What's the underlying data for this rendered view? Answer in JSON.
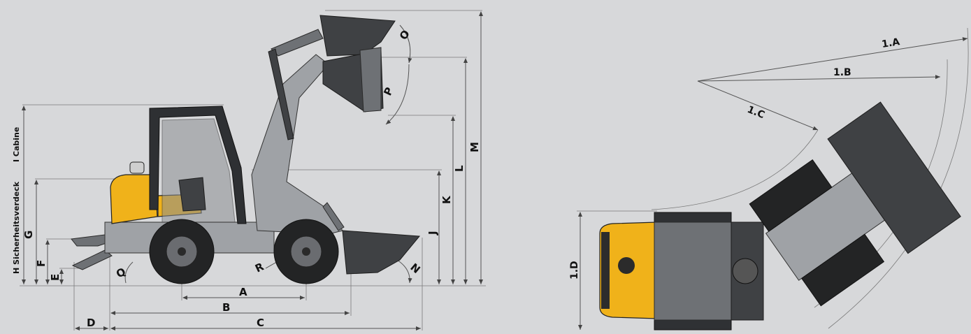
{
  "side_view": {
    "labels": {
      "A": "A",
      "B": "B",
      "C": "C",
      "D": "D",
      "E": "E",
      "F": "F",
      "G": "G",
      "J": "J",
      "K": "K",
      "L": "L",
      "M": "M",
      "N": "N",
      "O": "O",
      "P": "P",
      "Q": "Q",
      "R": "R"
    },
    "h_label_sicherheitsverdeck": "H Sicherheitsverdeck",
    "i_label_cabine": "I Cabine"
  },
  "top_view": {
    "labels": {
      "1A": "1.A",
      "1B": "1.B",
      "1C": "1.C",
      "1D": "1.D"
    }
  },
  "colors": {
    "background": "#d7d8da",
    "machine_yellow": "#f0b21a",
    "machine_dark": "#3f4144",
    "dimension_line": "#555555"
  }
}
